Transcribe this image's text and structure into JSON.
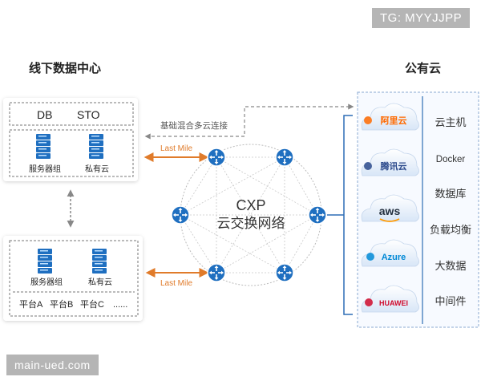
{
  "header": {
    "left_title": "线下数据中心",
    "right_title": "公有云"
  },
  "tags": {
    "telegram": "TG: MYYJJPP",
    "watermark": "main-ued.com"
  },
  "datacenter_top": {
    "db_label": "DB",
    "sto_label": "STO",
    "server_group_label": "服务器组",
    "private_cloud_label": "私有云"
  },
  "datacenter_bottom": {
    "server_group_label": "服务器组",
    "private_cloud_label": "私有云",
    "platforms": [
      "平台A",
      "平台B",
      "平台C",
      "......"
    ]
  },
  "connections": {
    "hybrid_label": "基础混合多云连接",
    "last_mile_top": "Last Mile",
    "last_mile_bottom": "Last Mile"
  },
  "network": {
    "title": "CXP",
    "subtitle": "云交换网络"
  },
  "clouds": [
    {
      "name": "阿里云",
      "icon": "aliyun-icon",
      "color": "#ff6a00"
    },
    {
      "name": "腾讯云",
      "icon": "tencent-cloud-icon",
      "color": "#2c4a8c"
    },
    {
      "name": "aws",
      "icon": "aws-icon",
      "color": "#232f3e"
    },
    {
      "name": "Azure",
      "icon": "azure-icon",
      "color": "#0089d6"
    },
    {
      "name": "HUAWEI",
      "icon": "huawei-icon",
      "color": "#cf0a2c"
    }
  ],
  "services": [
    "云主机",
    "Docker",
    "数据库",
    "负载均衡",
    "大数据",
    "中间件"
  ],
  "colors": {
    "node": "#1f6fc0",
    "last_mile_arrow": "#e07b2a",
    "dashed_line": "#888888",
    "bracket": "#2d6db5",
    "cloud_panel_border": "#8aa8d0"
  }
}
